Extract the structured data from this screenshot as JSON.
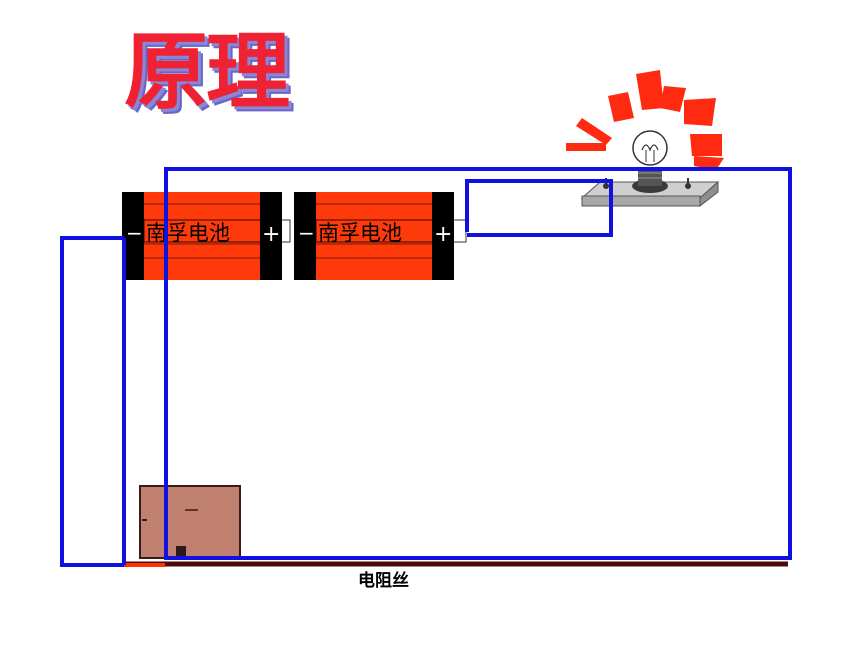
{
  "title": "原理",
  "batteries": [
    {
      "label": "南孚电池",
      "minus": "−",
      "plus": "+"
    },
    {
      "label": "南孚电池",
      "minus": "−",
      "plus": "+"
    }
  ],
  "resistor_wire_label": "电阻丝",
  "rheostat_slider_mark": "—",
  "colors": {
    "wire": "#1010e0",
    "battery_body": "#ff3a0a",
    "battery_cap": "#000000",
    "title_text": "#ee2233",
    "title_shadow": "#7a76d0",
    "rheostat_body": "#c08070",
    "resistance_wire": "#ff3300",
    "bulb_glow": "#ff2a10",
    "bulb_base": "#b0b0b0"
  }
}
